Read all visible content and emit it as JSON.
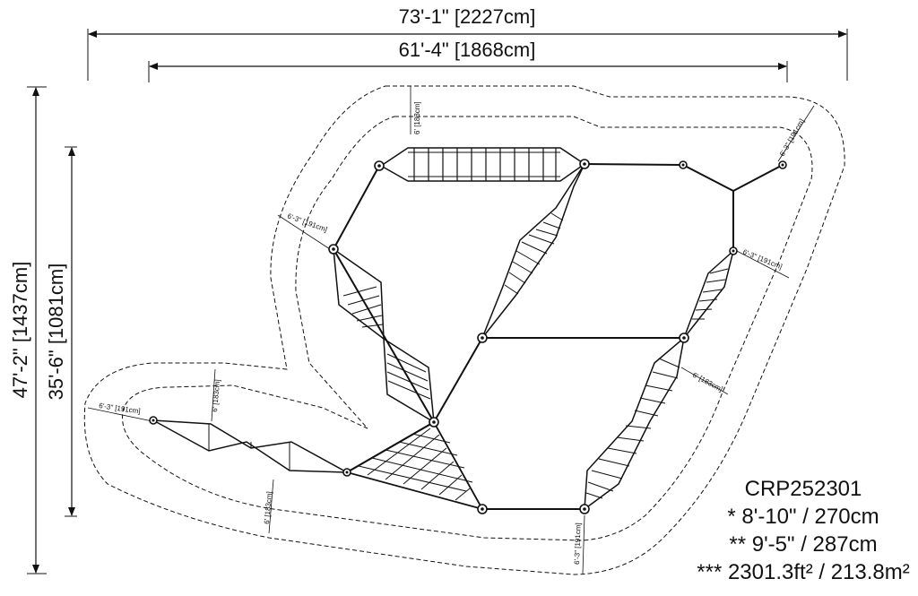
{
  "dimensions": {
    "overall_width": "73'-1\" [2227cm]",
    "inner_width": "61'-4\" [1868cm]",
    "overall_height": "47'-2\" [1437cm]",
    "inner_height": "35'-6\" [1081cm]"
  },
  "clearance_labels": {
    "top_a": "6' [183cm]",
    "top_right": "6'-3\" [191cm]",
    "left_upper": "6'-3\" [191cm]",
    "right_mid": "6'-3\" [191cm]",
    "right_lower": "6' [183cm]",
    "left_far": "6'-3\" [191cm]",
    "left_far_b": "6' [183cm]",
    "bottom_left": "6' [183cm]",
    "bottom_mid": "6'-3\" [191cm]"
  },
  "info": {
    "model": "CRP252301",
    "line1": "* 8'-10\" / 270cm",
    "line2": "** 9'-5\" / 287cm",
    "line3": "*** 2301.3ft² / 213.8m²"
  }
}
